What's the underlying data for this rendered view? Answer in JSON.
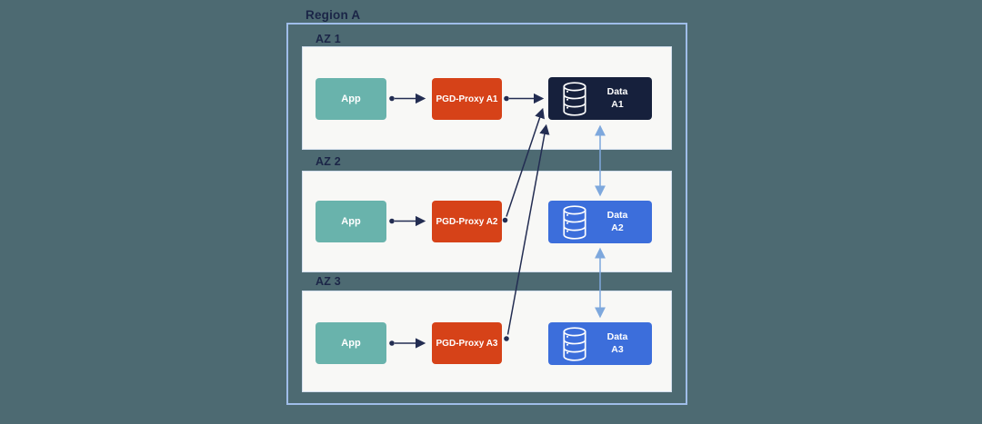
{
  "region": {
    "label": "Region A"
  },
  "azs": [
    {
      "label": "AZ 1",
      "app_label": "App",
      "proxy_label": "PGD-Proxy A1",
      "data_label_line1": "Data",
      "data_label_line2": "A1"
    },
    {
      "label": "AZ 2",
      "app_label": "App",
      "proxy_label": "PGD-Proxy A2",
      "data_label_line1": "Data",
      "data_label_line2": "A2"
    },
    {
      "label": "AZ 3",
      "app_label": "App",
      "proxy_label": "PGD-Proxy A3",
      "data_label_line1": "Data",
      "data_label_line2": "A3"
    }
  ],
  "icons": {
    "database": "database-cylinder-icon"
  },
  "colors": {
    "background": "#4d6a72",
    "region_border": "#9fbde9",
    "az_box_bg": "#f8f8f6",
    "az_box_border": "#d3dfee",
    "label_text": "#1b2547",
    "app_node": "#69b3ac",
    "proxy_node": "#d64218",
    "data_primary_node": "#16203c",
    "data_replica_node": "#3c6edb",
    "node_text": "#ffffff",
    "arrow_dark": "#232d52",
    "arrow_replication": "#7ea8dd"
  },
  "connections": [
    {
      "from": "App (AZ 1)",
      "to": "PGD-Proxy A1",
      "style": "dark",
      "bidirectional": false
    },
    {
      "from": "PGD-Proxy A1",
      "to": "Data A1",
      "style": "dark",
      "bidirectional": false
    },
    {
      "from": "App (AZ 2)",
      "to": "PGD-Proxy A2",
      "style": "dark",
      "bidirectional": false
    },
    {
      "from": "PGD-Proxy A2",
      "to": "Data A1",
      "style": "dark",
      "bidirectional": false
    },
    {
      "from": "App (AZ 3)",
      "to": "PGD-Proxy A3",
      "style": "dark",
      "bidirectional": false
    },
    {
      "from": "PGD-Proxy A3",
      "to": "Data A1",
      "style": "dark",
      "bidirectional": false
    },
    {
      "from": "Data A1",
      "to": "Data A2",
      "style": "replication",
      "bidirectional": true
    },
    {
      "from": "Data A2",
      "to": "Data A3",
      "style": "replication",
      "bidirectional": true
    }
  ]
}
